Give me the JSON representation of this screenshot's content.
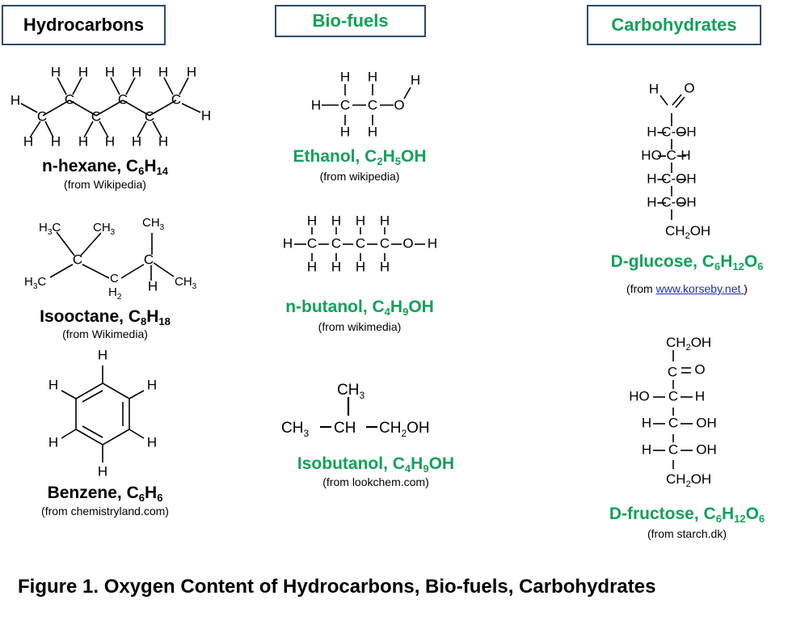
{
  "headers": {
    "hydrocarbons": "Hydrocarbons",
    "biofuels": "Bio-fuels",
    "carbohydrates": "Carbohydrates"
  },
  "colors": {
    "green": "#14a05a",
    "header_border": "#2f4a6d",
    "link": "#1a2fb0"
  },
  "molecules": {
    "hexane": {
      "name": "n-hexane, C",
      "source": "(from Wikipedia)"
    },
    "isooctane": {
      "name": "Isooctane, C",
      "source": "(from  Wikimedia)"
    },
    "benzene": {
      "name": "Benzene, C",
      "source": "(from  chemistryland.com)"
    },
    "ethanol": {
      "name": "Ethanol, C",
      "source": "(from wikipedia)"
    },
    "butanol": {
      "name": "n-butanol, C",
      "source": "(from wikimedia)"
    },
    "isobutanol": {
      "name": "Isobutanol, C",
      "source": "(from  lookchem.com)"
    },
    "glucose": {
      "name": "D-glucose, C",
      "source_prefix": "(from ",
      "source_link": "www.korseby.net ",
      "source_suffix": ")"
    },
    "fructose": {
      "name": "D-fructose, C",
      "source": "(from starch.dk)"
    }
  },
  "caption": "Figure 1. Oxygen Content of Hydrocarbons, Bio-fuels, Carbohydrates"
}
